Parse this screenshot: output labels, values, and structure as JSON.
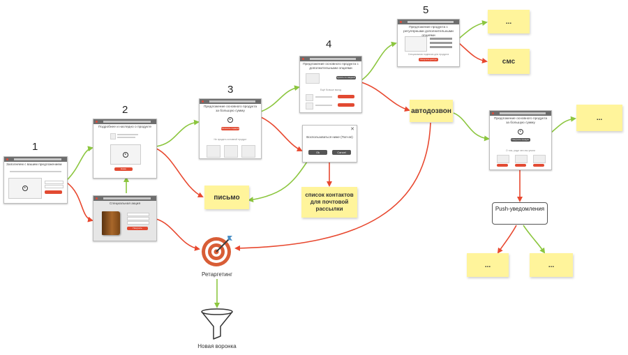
{
  "steps": [
    "1",
    "2",
    "3",
    "4",
    "5"
  ],
  "screens": {
    "s1_title": "Заполняем с вашим предложением",
    "s2_title": "Подробнее и наглядно о продукте",
    "s2_button": "Наше предложение",
    "s2b_title": "Специальная акция",
    "s2b_button": "Получить",
    "s3_title": "Предложение основного продукта за большую сумму",
    "s3_button": "Оплатить подарок",
    "s3_sub": "Не продать основной продукт",
    "s4_title": "Предложение основного продукта с дополнительными опциями",
    "s4_button": "Купить со скидкой",
    "s4_more": "Ещё больше выгод",
    "popup_text": "Воспользоваться ниже (Поп-ап)",
    "popup_ok": "Ok",
    "popup_cancel": "Cancel",
    "s5_title": "Предложение продукта с регулярными дополнительными опциями",
    "s5_offer": "Специальная подписка для продукта",
    "s5_button": "Получить доступ",
    "s6_title": "Предложение основного продукта за большую сумму",
    "s6_button": "Получить продукт",
    "s6_sub": "О том, ради чего вы упали"
  },
  "stickies": {
    "letter": "письмо",
    "contacts": "список контактов для почтовой рассылки",
    "autodial": "автодозвон",
    "sms": "смс",
    "dots_top": "...",
    "dots_right": "...",
    "dots_bottom_left": "...",
    "dots_bottom_right": "..."
  },
  "labels": {
    "retargeting": "Ретаргетинг",
    "new_funnel": "Новая воронка",
    "push": "Push-уведомления"
  },
  "colors": {
    "green": "#8cc63f",
    "red": "#e8482f",
    "sticky": "#fff49b"
  },
  "icons": [
    "target-icon",
    "funnel-icon",
    "play-icon",
    "book-icon",
    "close-icon"
  ]
}
